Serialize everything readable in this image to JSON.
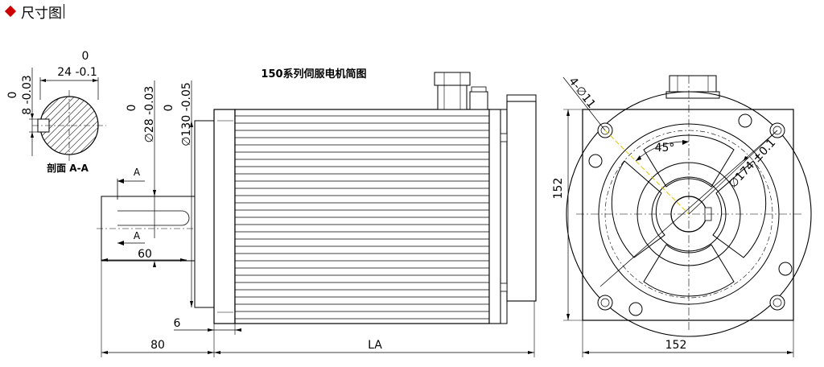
{
  "header": {
    "title": "尺寸图"
  },
  "diagram": {
    "caption": "150系列伺服电机简图",
    "section_label": "剖面 A-A",
    "section_width_tol_upper": "0",
    "section_width": "24 -0.1",
    "key_tol_upper": "0",
    "key_dim": "8 -0.03",
    "shaft_tol_upper": "0",
    "shaft_dia": "∅28 -0.03",
    "pilot_tol_upper": "0",
    "pilot_dia": "∅130 -0.05",
    "section_mark_1": "A",
    "section_mark_2": "A",
    "shaft_key_length": "60",
    "flange_thickness": "6",
    "shaft_length": "80",
    "body_length": "LA",
    "holes": "4-∅11",
    "angle": "45°",
    "pcd": "∅174 ±0.1",
    "flange_height": "152",
    "flange_width": "152"
  }
}
